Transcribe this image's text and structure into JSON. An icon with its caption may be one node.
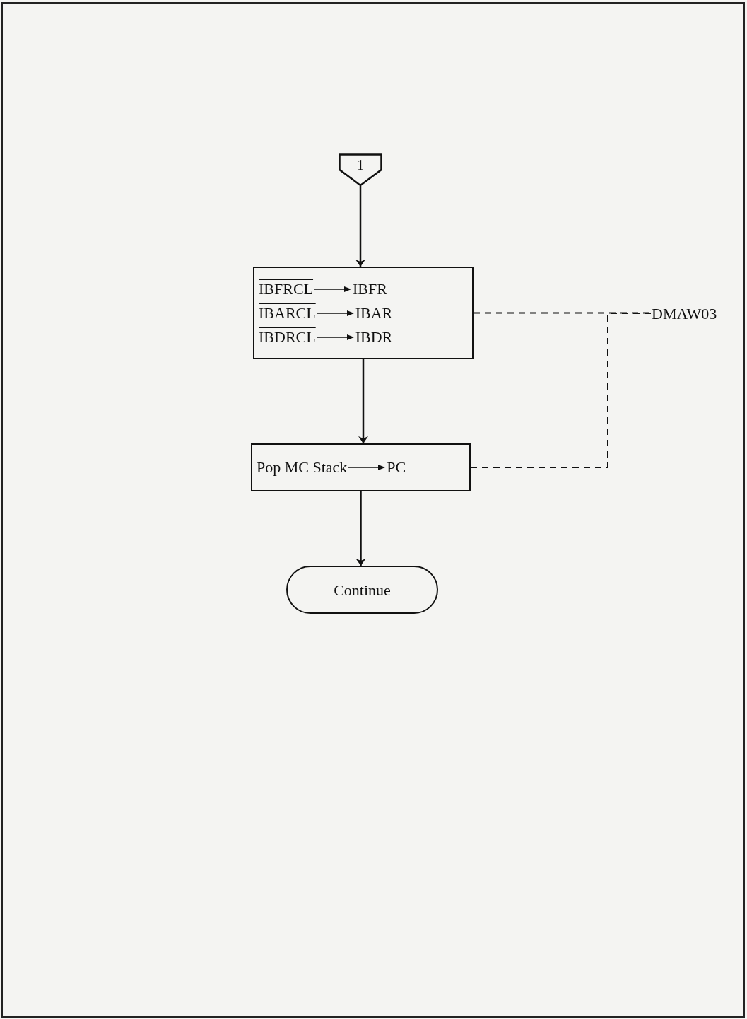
{
  "diagram": {
    "nodes": [
      {
        "text": [
          "1"
        ]
      },
      {
        "text": [
          "IBFRCL",
          "IBFR",
          "IBARCL",
          "IBAR",
          "IBDRCL",
          "IBDR"
        ]
      },
      {
        "text": [
          "Pop MC Stack",
          "PC"
        ]
      },
      {
        "text": [
          "Continue"
        ]
      },
      {
        "text": [
          "DMAW03"
        ]
      }
    ],
    "edges": [
      {
        "from": 0,
        "to": 1,
        "arrow": "to"
      },
      {
        "from": 1,
        "to": 2,
        "arrow": "to"
      },
      {
        "from": 2,
        "to": 3,
        "arrow": "to"
      },
      {
        "from": 1,
        "to": 4,
        "arrow": "none",
        "style": "dashed"
      },
      {
        "from": 2,
        "to": 4,
        "arrow": "none",
        "style": "dashed"
      }
    ]
  }
}
